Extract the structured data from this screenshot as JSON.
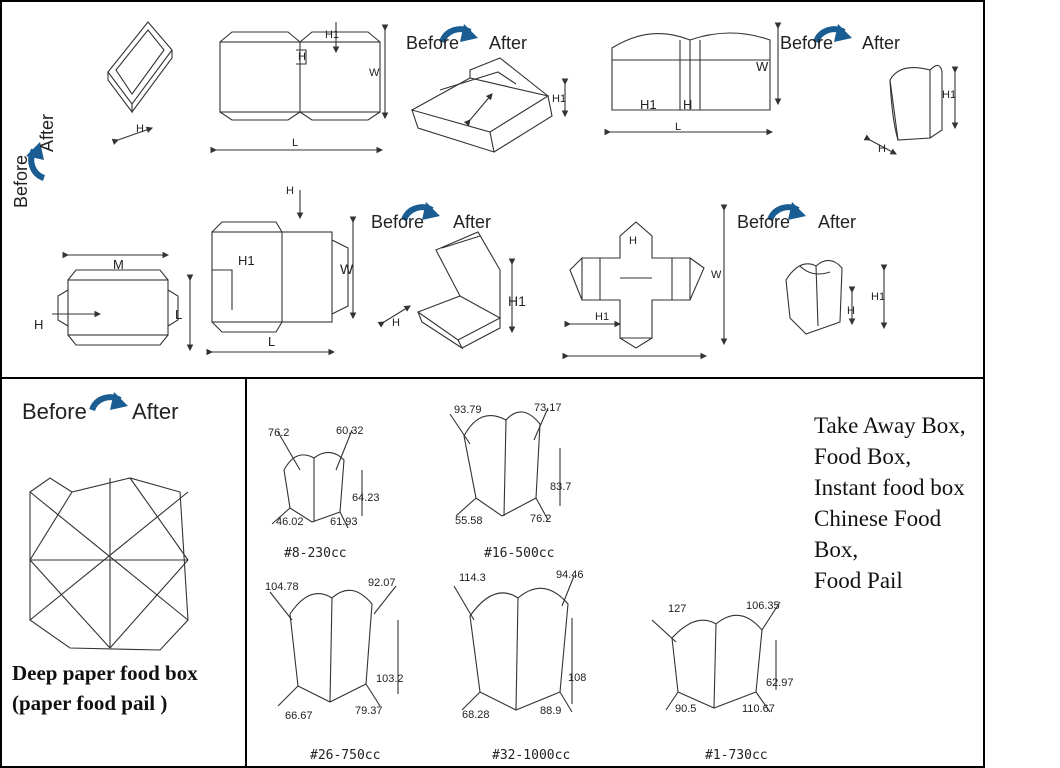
{
  "before_label": "Before",
  "after_label": "After",
  "dims": {
    "H": "H",
    "H1": "H1",
    "W": "W",
    "L": "L",
    "M": "M"
  },
  "section3": {
    "caption": "Deep paper food box (paper food pail )",
    "description": [
      "Take Away Box,",
      "Food Box,",
      "Instant food box",
      "Chinese Food",
      "Box,",
      "Food Pail"
    ]
  },
  "boxes": [
    {
      "size": "#8-230cc",
      "top_left": "76.2",
      "top_right": "60.32",
      "height": "64.23",
      "bottom_left": "46.02",
      "bottom_right": "61.93"
    },
    {
      "size": "#16-500cc",
      "top_left": "93.79",
      "top_right": "73.17",
      "height": "83.7",
      "bottom_left": "55.58",
      "bottom_right": "76.2"
    },
    {
      "size": "#26-750cc",
      "top_left": "104.78",
      "top_right": "92.07",
      "height": "103.2",
      "bottom_left": "66.67",
      "bottom_right": "79.37"
    },
    {
      "size": "#32-1000cc",
      "top_left": "114.3",
      "top_right": "94.46",
      "height": "108",
      "bottom_left": "68.28",
      "bottom_right": "88.9"
    },
    {
      "size": "#1-730cc",
      "top_left": "127",
      "top_right": "106.35",
      "height": "62.97",
      "bottom_left": "90.5",
      "bottom_right": "110.67"
    }
  ],
  "colors": {
    "arrow": "#1a5d92",
    "line": "#333333",
    "border": "#000000"
  }
}
